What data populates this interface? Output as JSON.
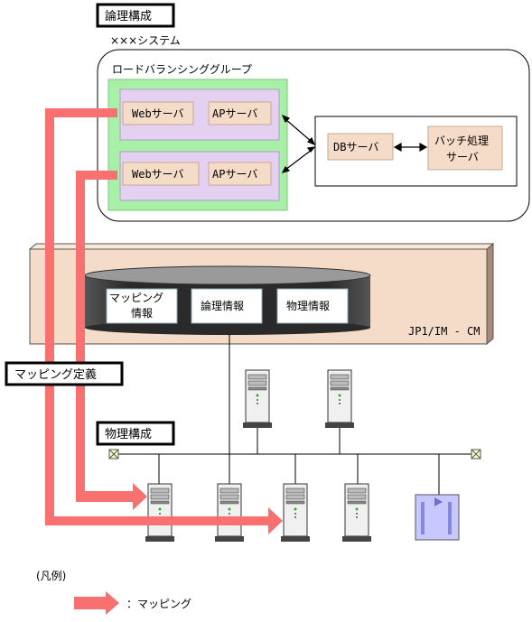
{
  "labels": {
    "logical_config": "論理構成",
    "system_name": "×××システム",
    "lb_group": "ロードバランシンググループ",
    "web_server_1": "Webサーバ",
    "ap_server_1": "APサーバ",
    "web_server_2": "Webサーバ",
    "ap_server_2": "APサーバ",
    "db_server": "DBサーバ",
    "batch_server_line1": "バッチ処理",
    "batch_server_line2": "サーバ",
    "mapping_info_line1": "マッピング",
    "mapping_info_line2": "情報",
    "logical_info": "論理情報",
    "physical_info": "物理情報",
    "jp1_label": "JP1/IM - CM",
    "mapping_definition": "マッピング定義",
    "physical_config": "物理構成",
    "legend_title": "(凡例)",
    "legend_mapping": "：マッピング"
  },
  "colors": {
    "arrow": "#f87070",
    "lb_group_fill": "#a8f0a8",
    "server_group_fill": "#e4d0f0",
    "server_box_fill": "#f4dcc8",
    "jp1_fill": "#f4dcc8",
    "cylinder_fill": "#303030"
  }
}
